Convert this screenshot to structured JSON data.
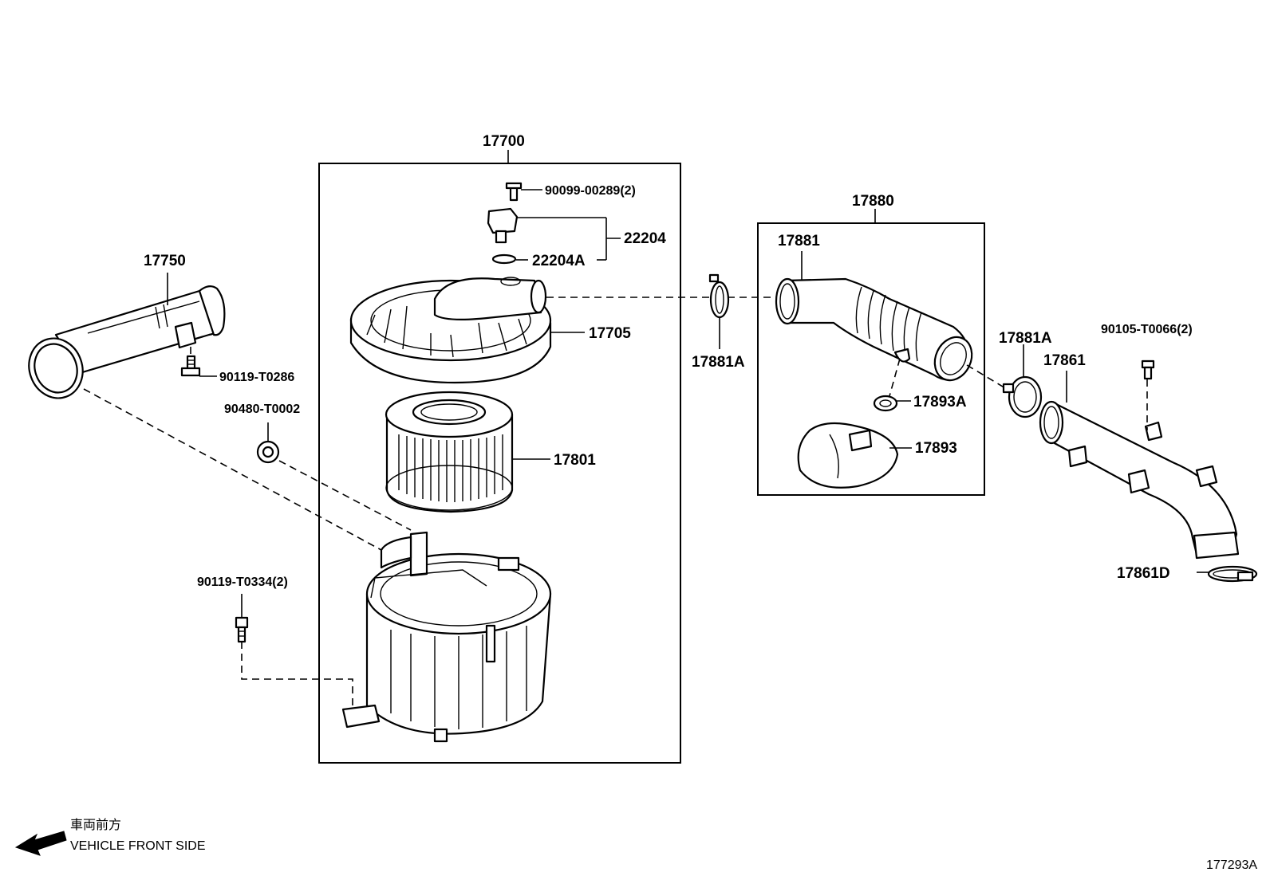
{
  "diagram_id": "177293A",
  "direction": {
    "label_jp": "車両前方",
    "label_en": "VEHICLE FRONT SIDE"
  },
  "groups": {
    "g17700": "17700",
    "g17880": "17880"
  },
  "parts": {
    "p17750": "17750",
    "p90119_T0286": "90119-T0286",
    "p90480_T0002": "90480-T0002",
    "p90119_T0334": "90119-T0334(2)",
    "p90099_00289": "90099-00289(2)",
    "p22204": "22204",
    "p22204A": "22204A",
    "p17705": "17705",
    "p17801": "17801",
    "p17881A_left": "17881A",
    "p17881": "17881",
    "p17893A": "17893A",
    "p17893": "17893",
    "p17881A_right": "17881A",
    "p17861": "17861",
    "p90105_T0066": "90105-T0066(2)",
    "p17861D": "17861D"
  },
  "colors": {
    "line": "#000000",
    "background": "#ffffff"
  }
}
